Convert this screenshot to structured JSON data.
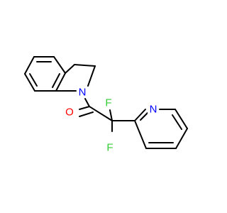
{
  "molecule": {
    "colors": {
      "carbon_bond": "#000000",
      "nitrogen": "#0000ff",
      "oxygen": "#ff0000",
      "fluorine": "#33cc33"
    },
    "atoms": {
      "indoline_nitrogen": "N",
      "carbonyl_oxygen": "O",
      "fluorine_upper": "F",
      "fluorine_lower": "F",
      "pyridine_nitrogen": "N"
    }
  }
}
